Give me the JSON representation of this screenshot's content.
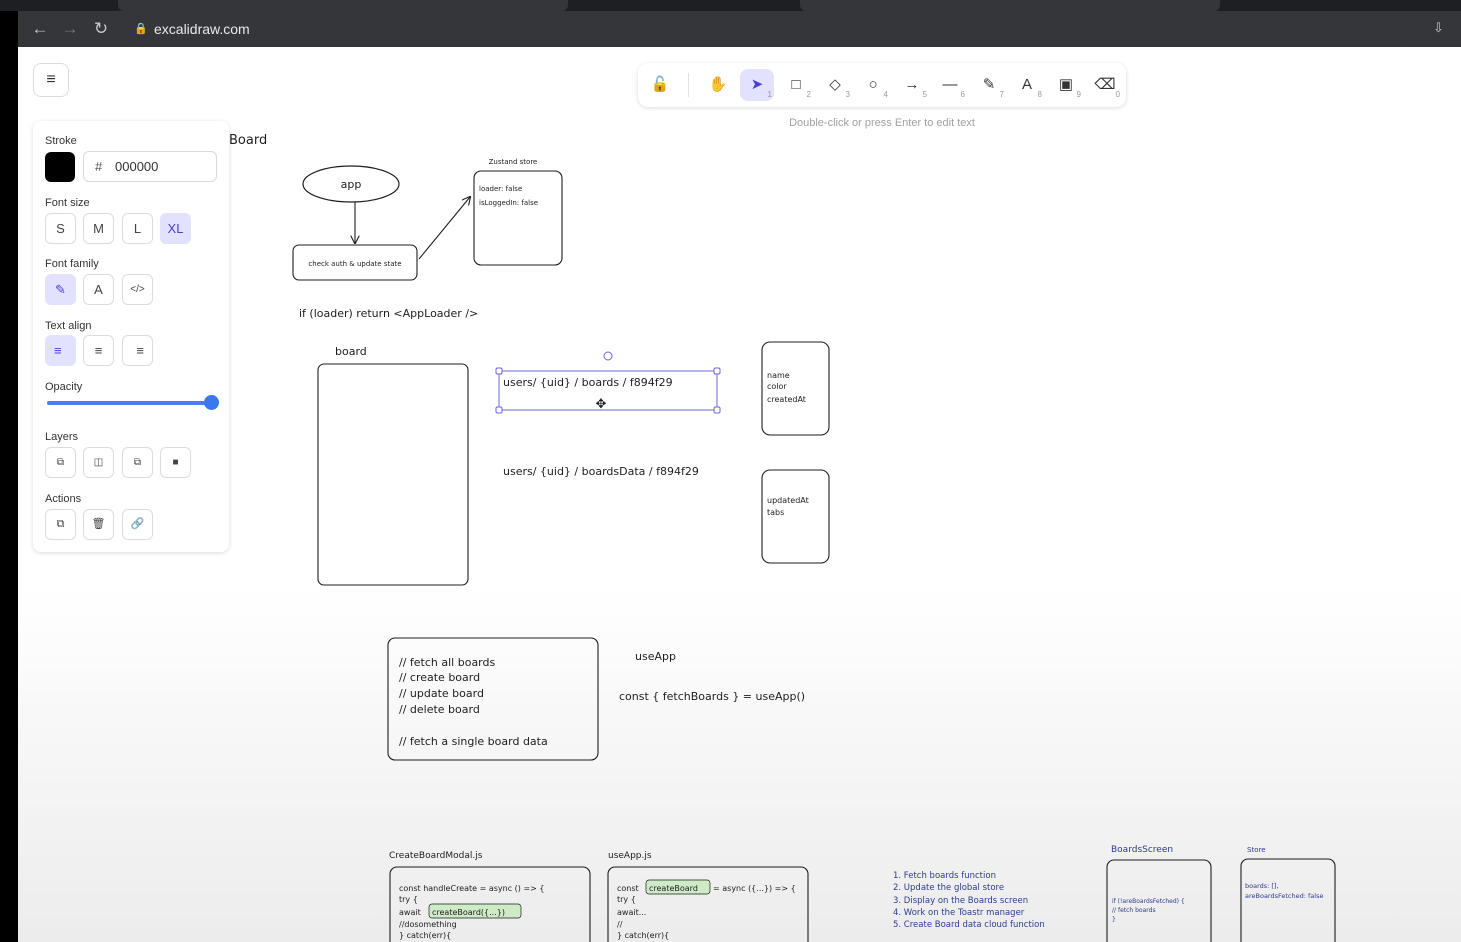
{
  "browser": {
    "url": "excalidraw.com",
    "back_icon": "arrow-left-icon",
    "forward_icon": "arrow-right-icon",
    "reload_icon": "reload-icon"
  },
  "toolbar": {
    "tools": [
      {
        "name": "lock",
        "icon": "🔓",
        "key": ""
      },
      {
        "name": "hand",
        "icon": "✋",
        "key": ""
      },
      {
        "name": "selection",
        "icon": "➤",
        "key": "1",
        "active": true
      },
      {
        "name": "rectangle",
        "icon": "□",
        "key": "2"
      },
      {
        "name": "diamond",
        "icon": "◇",
        "key": "3"
      },
      {
        "name": "ellipse",
        "icon": "○",
        "key": "4"
      },
      {
        "name": "arrow",
        "icon": "→",
        "key": "5"
      },
      {
        "name": "line",
        "icon": "—",
        "key": "6"
      },
      {
        "name": "draw",
        "icon": "✎",
        "key": "7"
      },
      {
        "name": "text",
        "icon": "A",
        "key": "8"
      },
      {
        "name": "image",
        "icon": "▣",
        "key": "9"
      },
      {
        "name": "eraser",
        "icon": "⌫",
        "key": "0"
      }
    ],
    "hint": "Double-click or press Enter to edit text"
  },
  "panel": {
    "stroke_label": "Stroke",
    "stroke_color": "#000000",
    "hash": "#",
    "stroke_hex": "000000",
    "font_size_label": "Font size",
    "font_sizes": [
      "S",
      "M",
      "L",
      "XL"
    ],
    "font_size_selected": "XL",
    "font_family_label": "Font family",
    "font_family_icons": [
      "✎",
      "A",
      "</>"
    ],
    "text_align_label": "Text align",
    "text_align_icons": [
      "≡",
      "≡",
      "≡"
    ],
    "opacity_label": "Opacity",
    "opacity_value": 100,
    "layers_label": "Layers",
    "actions_label": "Actions"
  },
  "canvas": {
    "board_title": "Board",
    "app_label": "app",
    "check_auth_label": "check auth & update state",
    "zustand_title": "Zustand store",
    "zustand_line1": "loader: false",
    "zustand_line2": "isLoggedIn: false",
    "loader_code": "if (loader) return <AppLoader />",
    "board_label": "board",
    "path_boards": "users/ {uid} / boards / f894f29",
    "path_boards_data": "users/ {uid} / boardsData / f894f29",
    "fields_a": [
      "name",
      "color",
      "createdAt"
    ],
    "fields_b": [
      "updatedAt",
      "tabs"
    ],
    "todo_lines": [
      "// fetch all boards",
      "// create board",
      "// update board",
      "// delete board",
      "",
      "// fetch a single board data"
    ],
    "useapp_label": "useApp",
    "useapp_code": "const { fetchBoards } = useApp()",
    "modal_file": "CreateBoardModal.js",
    "modal_code": [
      "const handleCreate = async () => {",
      "try {",
      "await",
      "//dosomething",
      "} catch(err){"
    ],
    "modal_highlight": "createBoard({...})",
    "useappjs_file": "useApp.js",
    "useappjs_code_pre": "const",
    "useappjs_highlight": "createBoard",
    "useappjs_code_post": "= async ({...}) => {",
    "useappjs_code": [
      "try {",
      "await...",
      "//",
      "} catch(err){"
    ],
    "steps": [
      "1. Fetch boards function",
      "2. Update the global store",
      "3. Display on the Boards screen",
      "4. Work on the Toastr manager",
      "5. Create Board data cloud function"
    ],
    "boards_screen_title": "BoardsScreen",
    "boards_screen_code": [
      "if (!areBoardsFetched) {",
      "// fetch boards",
      "}"
    ],
    "store_title": "Store",
    "store_code": [
      "boards: [],",
      "areBoardsFetched: false"
    ]
  }
}
